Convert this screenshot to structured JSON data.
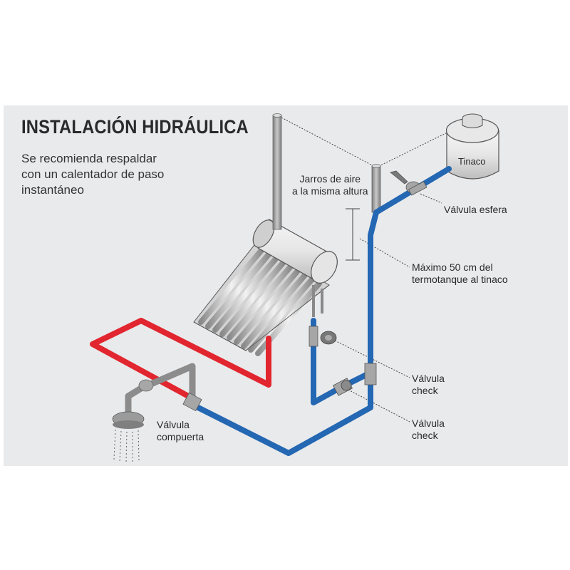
{
  "title": "INSTALACIÓN HIDRÁULICA",
  "subtitle": [
    "Se recomienda respaldar",
    "con un calentador de paso",
    "instantáneo"
  ],
  "labels": {
    "tinaco": "Tinaco",
    "jarros_aire": [
      "Jarros de aire",
      "a la misma altura"
    ],
    "valvula_esfera": "Válvula  esfera",
    "maximo": [
      "Máximo 50 cm del",
      "termotanque al tinaco"
    ],
    "valvula_check_1": [
      "Válvula",
      "check"
    ],
    "valvula_check_2": [
      "Válvula",
      "check"
    ],
    "valvula_compuerta": [
      "Válvula",
      "compuerta"
    ]
  },
  "colors": {
    "background": "#e9eaec",
    "hot_pipe": "#e1262f",
    "cold_pipe": "#2467b3",
    "pipe_gray": "#9a9a9a",
    "equipment_gray": "#d9d9d9",
    "text": "#2a2a2a"
  }
}
